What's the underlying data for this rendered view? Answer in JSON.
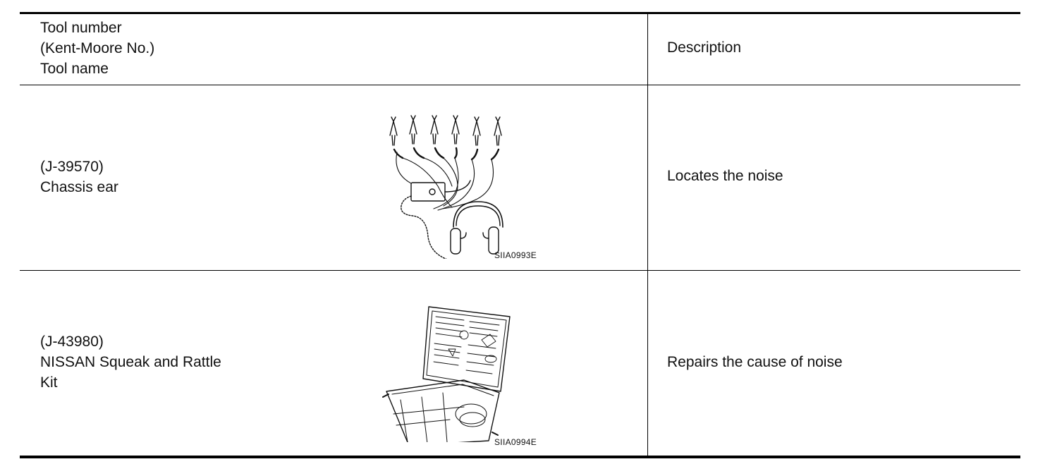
{
  "header": {
    "tool_lines": [
      "Tool number",
      "(Kent-Moore No.)",
      "Tool name"
    ],
    "description": "Description"
  },
  "rows": [
    {
      "tool_number": "(J-39570)",
      "tool_name": "Chassis ear",
      "figure_code": "SIIA0993E",
      "figure_icon": "chassis-ear-headphones-clips-icon",
      "description": "Locates the noise"
    },
    {
      "tool_number": "(J-43980)",
      "tool_name_lines": [
        "NISSAN Squeak and Rattle",
        "Kit"
      ],
      "figure_code": "SIIA0994E",
      "figure_icon": "squeak-rattle-kit-case-icon",
      "description": "Repairs the cause of noise"
    }
  ]
}
